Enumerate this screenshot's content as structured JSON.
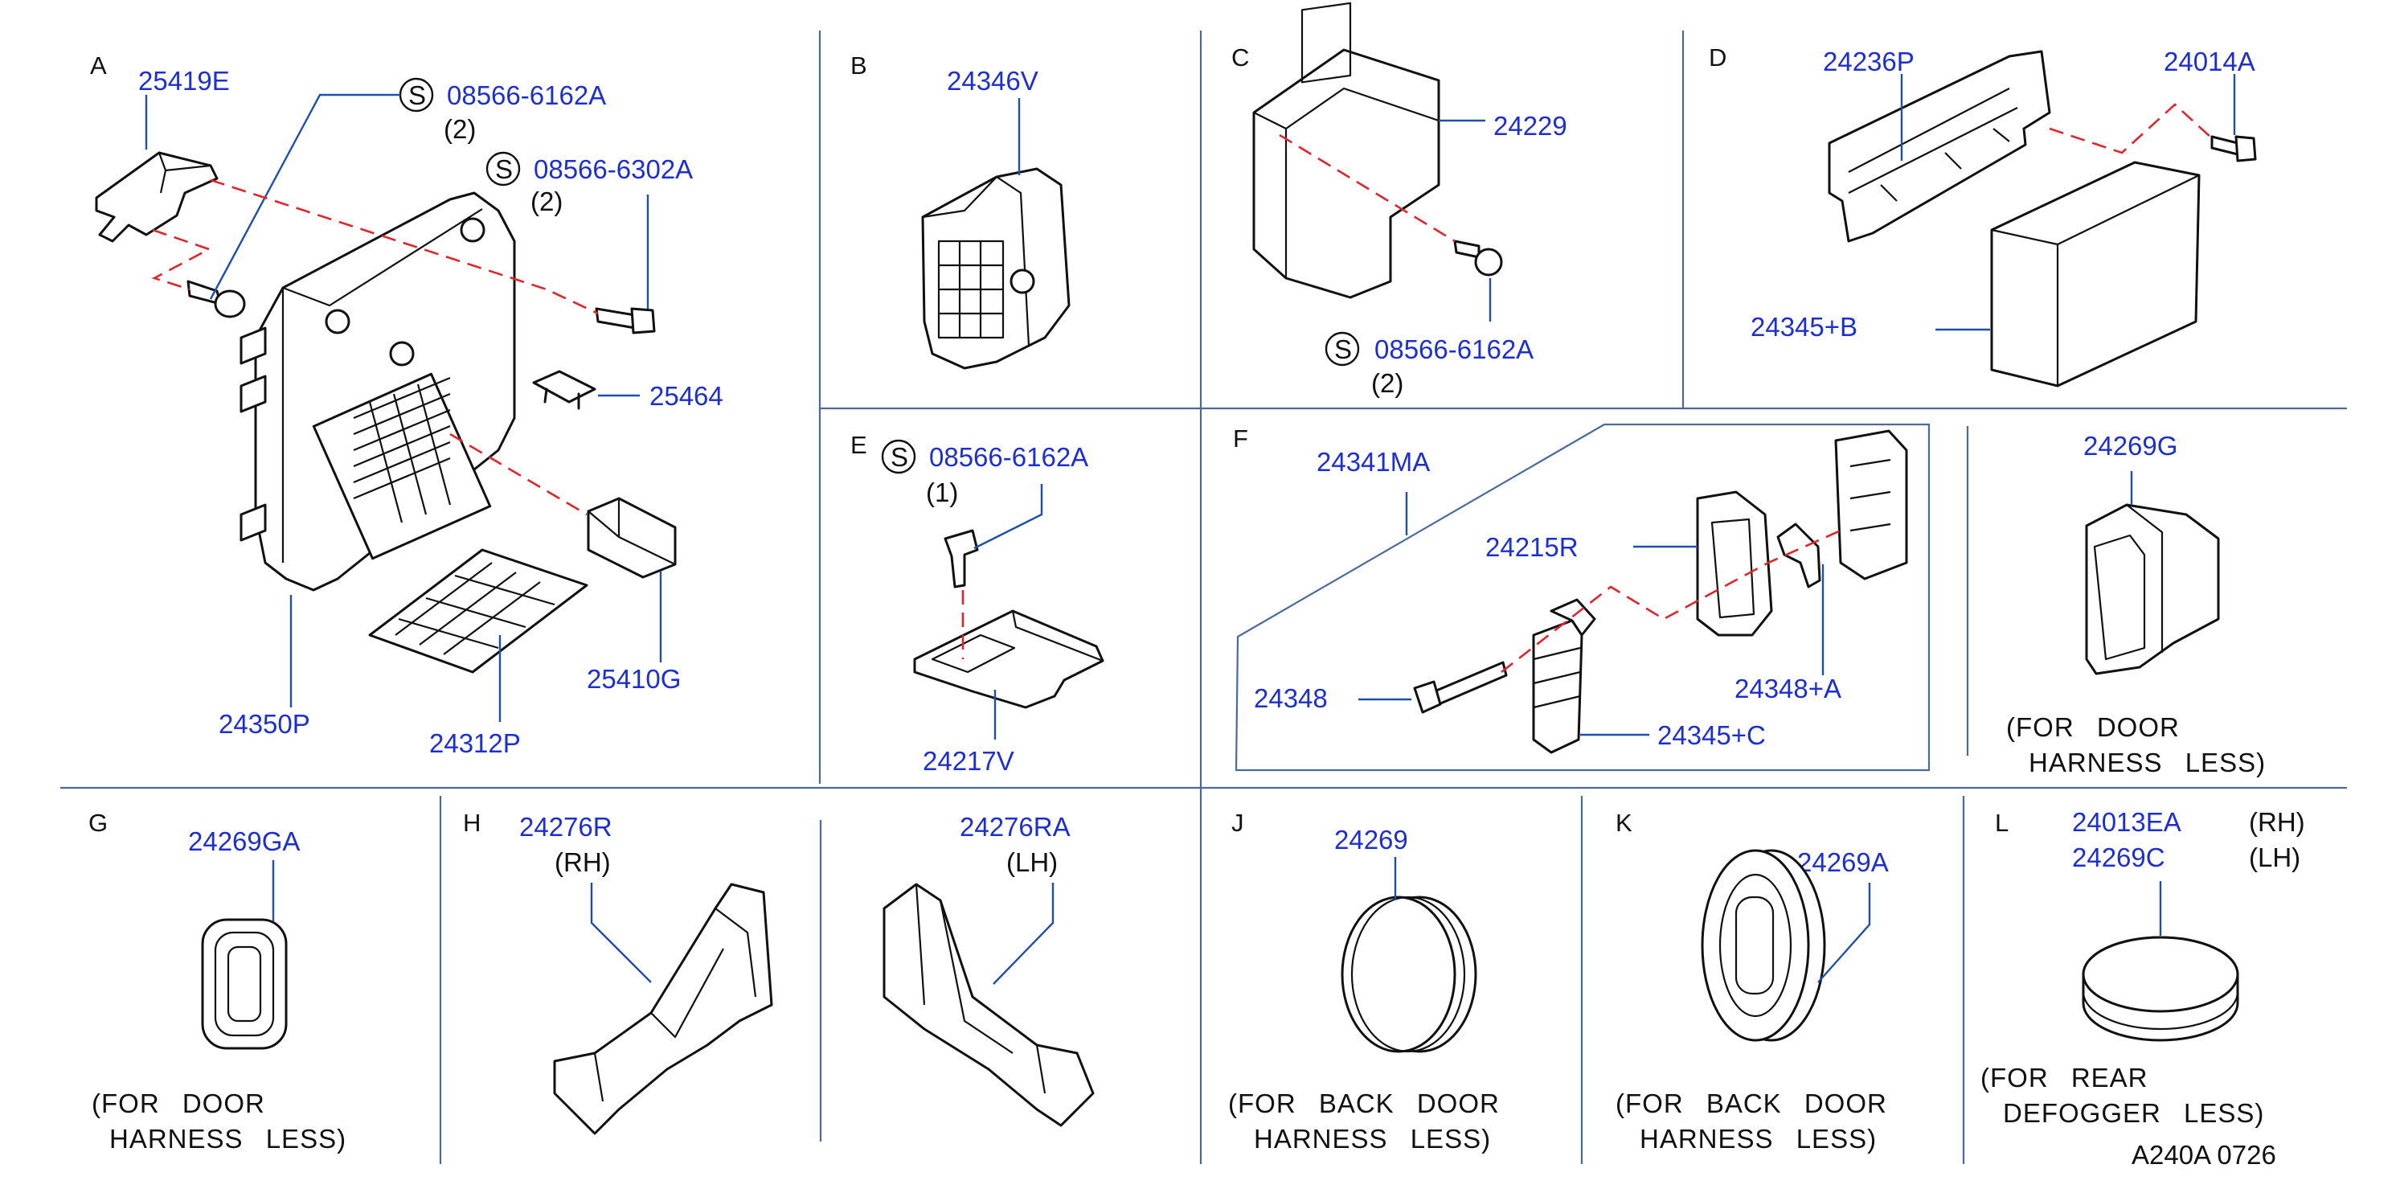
{
  "sections": {
    "A": {
      "label": "A",
      "parts": [
        "25419E",
        "08566-6162A",
        "08566-6302A",
        "25464",
        "25410G",
        "24350P",
        "24312P"
      ],
      "screw_symbol": "S",
      "qty": [
        "(2)",
        "(2)"
      ]
    },
    "B": {
      "label": "B",
      "parts": [
        "24346V"
      ]
    },
    "C": {
      "label": "C",
      "parts": [
        "24229",
        "08566-6162A"
      ],
      "screw_symbol": "S",
      "qty": "(2)"
    },
    "D": {
      "label": "D",
      "parts": [
        "24236P",
        "24014A",
        "24345+B"
      ]
    },
    "E": {
      "label": "E",
      "parts": [
        "08566-6162A",
        "24217V"
      ],
      "screw_symbol": "S",
      "qty": "(1)"
    },
    "F": {
      "label": "F",
      "parts": [
        "24341MA",
        "24215R",
        "24348",
        "24348+A",
        "24345+C",
        "24269G"
      ],
      "note_line1": "(FOR DOOR",
      "note_line2": "HARNESS LESS)"
    },
    "G": {
      "label": "G",
      "parts": [
        "24269GA"
      ],
      "note_line1": "(FOR DOOR",
      "note_line2": "HARNESS LESS)"
    },
    "H": {
      "label": "H",
      "parts": [
        "24276R",
        "24276RA"
      ],
      "side": [
        "(RH)",
        "(LH)"
      ]
    },
    "J": {
      "label": "J",
      "parts": [
        "24269"
      ],
      "note_line1": "(FOR BACK DOOR",
      "note_line2": "HARNESS LESS)"
    },
    "K": {
      "label": "K",
      "parts": [
        "24269A"
      ],
      "note_line1": "(FOR BACK DOOR",
      "note_line2": "HARNESS LESS)"
    },
    "L": {
      "label": "L",
      "parts": [
        "24013EA",
        "24269C"
      ],
      "side": [
        "(RH)",
        "(LH)"
      ],
      "note_line1": "(FOR REAR",
      "note_line2": "DEFOGGER LESS)"
    }
  },
  "diagram_code": "A240A 0726",
  "colors": {
    "part_number": "#1e2fd0",
    "leader": "#1f4fa8",
    "dashed_path": "#e0252d",
    "divider": "#4a6a9c"
  }
}
